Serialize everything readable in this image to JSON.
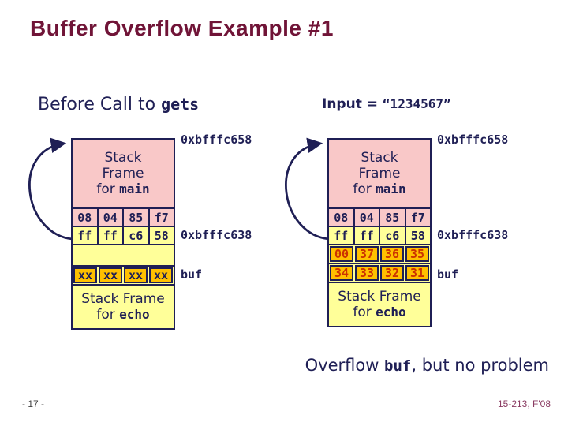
{
  "slide": {
    "title": "Buffer Overflow Example #1",
    "page_number": "- 17 -",
    "course_footer": "15-213, F'08"
  },
  "headings": {
    "left_prefix": "Before Call to ",
    "left_code": "gets",
    "input_prefix": "Input = ",
    "input_value": "“1234567”"
  },
  "note": {
    "prefix": "Overflow ",
    "code": "buf",
    "suffix": ", but no problem"
  },
  "diagram_before": {
    "addr_top": "0xbfffc658",
    "addr_ret": "0xbfffc638",
    "buf_label": "buf",
    "top_frame": {
      "line1": "Stack",
      "line2": "Frame",
      "for": "for ",
      "fn": "main"
    },
    "ret_row": [
      "08",
      "04",
      "85",
      "f7"
    ],
    "ebp_row": [
      "ff",
      "ff",
      "c6",
      "58"
    ],
    "buf_row": [
      "xx",
      "xx",
      "xx",
      "xx"
    ],
    "bottom_frame": {
      "line1": "Stack Frame",
      "for": "for ",
      "fn": "echo"
    }
  },
  "diagram_after": {
    "addr_top": "0xbfffc658",
    "addr_ret": "0xbfffc638",
    "buf_label": "buf",
    "top_frame": {
      "line1": "Stack",
      "line2": "Frame",
      "for": "for ",
      "fn": "main"
    },
    "ret_row": [
      "08",
      "04",
      "85",
      "f7"
    ],
    "ebp_row": [
      "ff",
      "ff",
      "c6",
      "58"
    ],
    "buf_row_high": [
      "00",
      "37",
      "36",
      "35"
    ],
    "buf_row_low": [
      "34",
      "33",
      "32",
      "31"
    ],
    "bottom_frame": {
      "line1": "Stack Frame",
      "for": "for ",
      "fn": "echo"
    }
  },
  "colors": {
    "title_maroon": "#701437",
    "navy": "#1f1f55",
    "frame_pink": "#f9c8c8",
    "frame_yellow": "#ffff99",
    "cell_orange": "#ffc000",
    "overflow_red": "#cc3300",
    "footer_maroon": "#8a3b62"
  }
}
